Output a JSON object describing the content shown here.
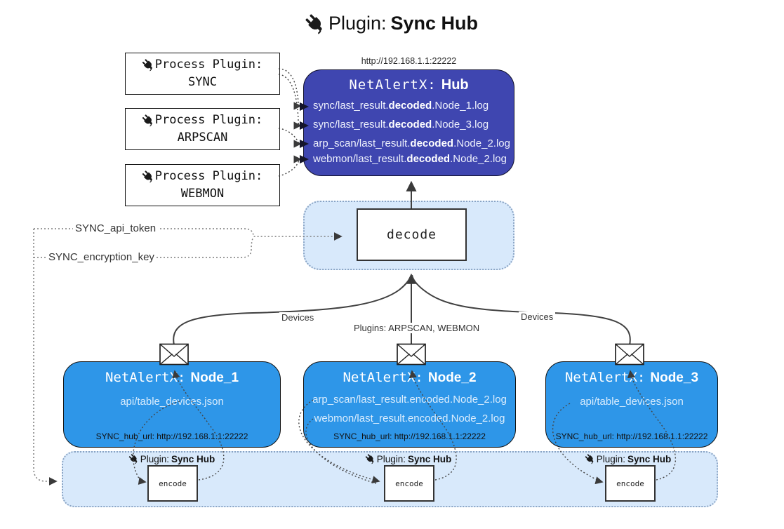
{
  "title": {
    "prefix": "Plugin:",
    "name": "Sync Hub"
  },
  "hub": {
    "url": "http://192.168.1.1:22222",
    "prefix": "NetAlertX:",
    "name": "Hub",
    "logs": [
      {
        "pre": "sync/last_result.",
        "em": "decoded",
        "post": ".Node_1.log"
      },
      {
        "pre": "sync/last_result.",
        "em": "decoded",
        "post": ".Node_3.log"
      },
      {
        "pre": "arp_scan/last_result.",
        "em": "decoded",
        "post": ".Node_2.log"
      },
      {
        "pre": "webmon/last_result.",
        "em": "decoded",
        "post": ".Node_2.log"
      }
    ]
  },
  "process_plugins": [
    {
      "title": "Process Plugin:",
      "name": "SYNC"
    },
    {
      "title": "Process Plugin:",
      "name": "ARPSCAN"
    },
    {
      "title": "Process Plugin:",
      "name": "WEBMON"
    }
  ],
  "settings": {
    "api_token": "SYNC_api_token",
    "encryption_key": "SYNC_encryption_key"
  },
  "decode": {
    "label": "decode"
  },
  "edges": {
    "devices_left": "Devices",
    "plugins_middle": "Plugins: ARPSCAN, WEBMON",
    "devices_right": "Devices"
  },
  "nodes": [
    {
      "prefix": "NetAlertX:",
      "name": "Node_1",
      "files": [
        "api/table_devices.json"
      ],
      "hub_url": "SYNC_hub_url: http://192.168.1.1:22222"
    },
    {
      "prefix": "NetAlertX:",
      "name": "Node_2",
      "files": [
        "arp_scan/last_result.encoded.Node_2.log",
        "webmon/last_result.encoded.Node_2.log"
      ],
      "hub_url": "SYNC_hub_url: http://192.168.1.1:22222"
    },
    {
      "prefix": "NetAlertX:",
      "name": "Node_3",
      "files": [
        "api/table_devices.json"
      ],
      "hub_url": "SYNC_hub_url: http://192.168.1.1:22222"
    }
  ],
  "encoder": {
    "label_prefix": "Plugin:",
    "label_name": "Sync Hub",
    "box": "encode"
  },
  "colors": {
    "hub_fill": "#3F46B0",
    "node_fill": "#2E96E8",
    "panel_fill": "#D8E9FB",
    "panel_border": "#8AA4C4",
    "line": "#404040",
    "text_light": "#FFFFFF"
  }
}
